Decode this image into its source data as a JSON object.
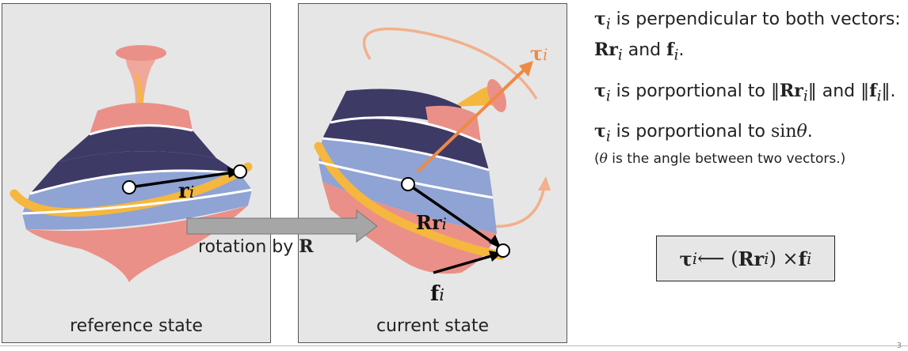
{
  "panels": {
    "reference": {
      "caption": "reference state",
      "vector_label": "r",
      "vector_sub": "i"
    },
    "current": {
      "caption": "current state",
      "rr_label": "Rr",
      "rr_sub": "i",
      "f_label": "f",
      "f_sub": "i",
      "tau_label": "τ",
      "tau_sub": "i"
    }
  },
  "arrow": {
    "label_text": "rotation by ",
    "label_bold": "R"
  },
  "text": {
    "p1_sym": "τ",
    "p1_sub": "i",
    "p1_a": " is perpendicular to both vectors: ",
    "p1_rr": "Rr",
    "p1_rr_sub": "i",
    "p1_and": " and ",
    "p1_f": "f",
    "p1_f_sub": "i",
    "p1_end": ".",
    "p2_sym": "τ",
    "p2_sub": "i",
    "p2_a": " is porportional to ‖",
    "p2_rr": "Rr",
    "p2_rr_sub": "i",
    "p2_mid": "‖ and ‖",
    "p2_f": "f",
    "p2_f_sub": "i",
    "p2_end": "‖.",
    "p3_sym": "τ",
    "p3_sub": "i",
    "p3_a": " is porportional to ",
    "p3_sin": "sin",
    "p3_theta": "θ",
    "p3_end": ".",
    "note_theta": "θ",
    "note_text": " is the angle between two vectors.)",
    "note_open": "("
  },
  "formula": {
    "lhs": "τ",
    "lhs_sub": "i",
    "arrow": " ⟵ (",
    "rr": "Rr",
    "rr_sub": "i",
    "close": ") × ",
    "f": "f",
    "f_sub": "i"
  },
  "page_number": "3",
  "colors": {
    "navy": "#3d3a66",
    "blue": "#8fa3d4",
    "salmon": "#ea9088",
    "yellow": "#f5b73e",
    "orange": "#ee8a45"
  }
}
